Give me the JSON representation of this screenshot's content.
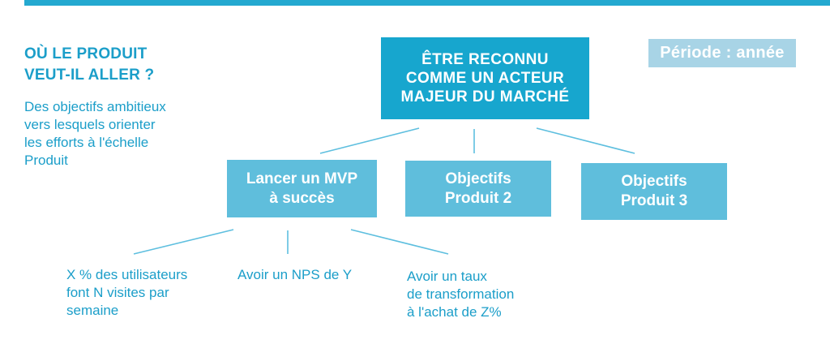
{
  "colors": {
    "top_bar": "#24a9d0",
    "primary_teal": "#17a6ce",
    "secondary_teal": "#5fbedc",
    "light_blue_badge": "#a8d4e6",
    "text_teal": "#1b9ec9",
    "connector": "#5ebfdf"
  },
  "intro": {
    "heading": "OÙ LE PRODUIT\nVEUT-IL ALLER ?",
    "description": "Des objectifs ambitieux\nvers lesquels orienter\nles efforts à l'échelle\nProduit"
  },
  "period_badge": {
    "label": "Période : année"
  },
  "tree": {
    "root": {
      "label": "ÊTRE RECONNU\nCOMME UN ACTEUR\nMAJEUR DU MARCHÉ"
    },
    "level2": [
      {
        "label": "Lancer un MVP\nà succès"
      },
      {
        "label": "Objectifs\nProduit 2"
      },
      {
        "label": "Objectifs\nProduit 3"
      }
    ],
    "leaves": [
      {
        "label": "X % des utilisateurs\nfont N visites par\nsemaine"
      },
      {
        "label": "Avoir un NPS de Y"
      },
      {
        "label": "Avoir un taux\nde transformation\nà l'achat de Z%"
      }
    ]
  }
}
